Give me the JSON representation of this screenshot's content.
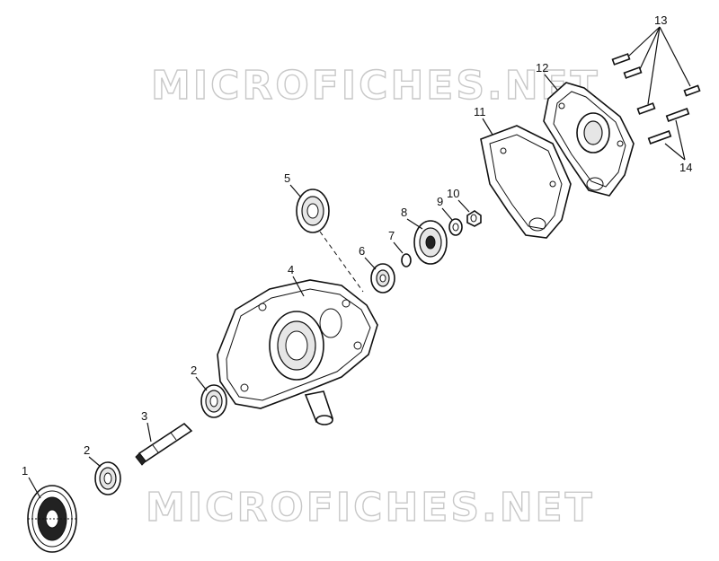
{
  "watermark": {
    "text": "MICROFICHES.NET",
    "color": "#c8c8c8"
  },
  "callouts": [
    "1",
    "2",
    "2",
    "3",
    "4",
    "5",
    "6",
    "7",
    "8",
    "9",
    "10",
    "11",
    "12",
    "13",
    "14"
  ],
  "colors": {
    "ink": "#111111",
    "background": "#ffffff"
  }
}
